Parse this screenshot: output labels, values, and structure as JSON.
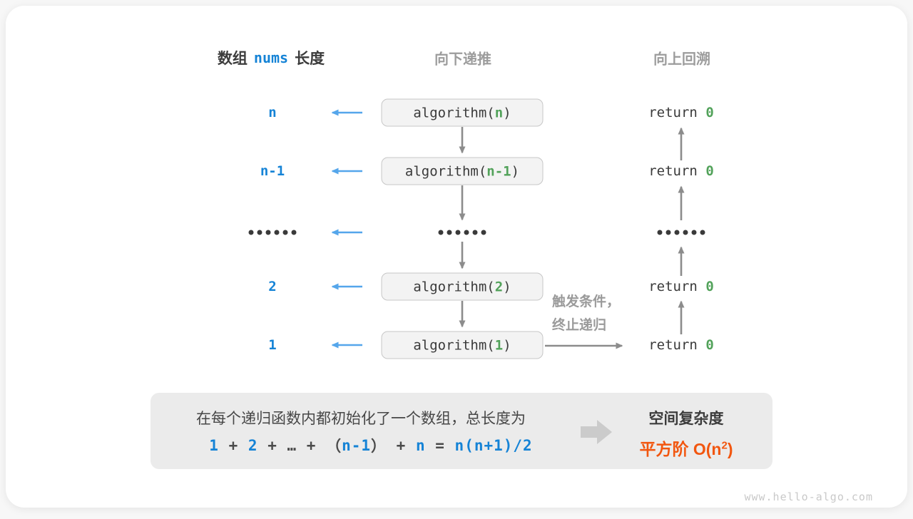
{
  "headers": {
    "left_pre": "数组",
    "left_code": "nums",
    "left_post": "长度",
    "middle": "向下递推",
    "right": "向上回溯"
  },
  "rows": [
    {
      "type": "call",
      "label": "n",
      "call_pre": "algorithm(",
      "call_arg": "n",
      "call_post": ")",
      "ret_pre": "return ",
      "ret_val": "0"
    },
    {
      "type": "call",
      "label": "n-1",
      "call_pre": "algorithm(",
      "call_arg": "n-1",
      "call_post": ")",
      "ret_pre": "return ",
      "ret_val": "0"
    },
    {
      "type": "dots"
    },
    {
      "type": "call",
      "label": "2",
      "call_pre": "algorithm(",
      "call_arg": "2",
      "call_post": ")",
      "ret_pre": "return ",
      "ret_val": "0"
    },
    {
      "type": "call",
      "label": "1",
      "call_pre": "algorithm(",
      "call_arg": "1",
      "call_post": ")",
      "ret_pre": "return ",
      "ret_val": "0"
    }
  ],
  "note": {
    "line1": "触发条件，",
    "line2": "终止递归"
  },
  "summary": {
    "line1": "在每个递归函数内都初始化了一个数组，总长度为",
    "formula": [
      {
        "text": "1",
        "color": "blue"
      },
      {
        "text": " + ",
        "color": "dark"
      },
      {
        "text": "2",
        "color": "blue"
      },
      {
        "text": " + ",
        "color": "dark"
      },
      {
        "text": "…",
        "color": "dark"
      },
      {
        "text": " + ",
        "color": "dark"
      },
      {
        "text": "（",
        "color": "dark"
      },
      {
        "text": "n-1",
        "color": "blue"
      },
      {
        "text": "）",
        "color": "dark"
      },
      {
        "text": " + ",
        "color": "dark"
      },
      {
        "text": "n",
        "color": "blue"
      },
      {
        "text": " = ",
        "color": "dark"
      },
      {
        "text": "n(n+1)/2",
        "color": "blue"
      }
    ],
    "result_title": "空间复杂度",
    "result_value_pre": "平方阶 O(n",
    "result_value_sup": "2",
    "result_value_post": ")"
  },
  "watermark": "www.hello-algo.com",
  "colors": {
    "blue_text": "#1583D6",
    "blue_arrow": "#55A6EB",
    "green": "#52A25A",
    "orange": "#F2560F",
    "gray_label": "#9C9C9C",
    "dark_text": "#3C3C3C",
    "connector_gray": "#8C8C8C"
  }
}
